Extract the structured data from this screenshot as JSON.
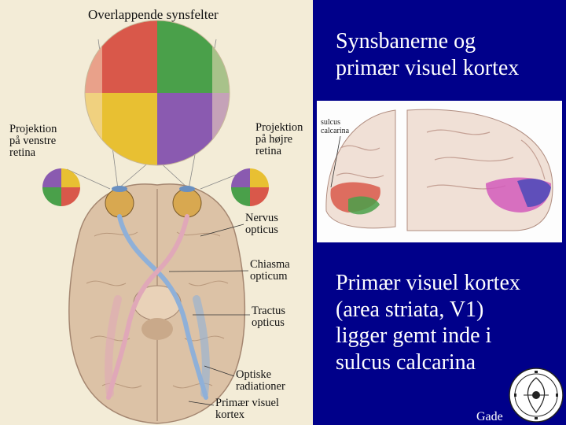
{
  "diagram": {
    "title": "Overlappende synsfelter",
    "projection_left": [
      "Projektion",
      "på venstre",
      "retina"
    ],
    "projection_right": [
      "Projektion",
      "på højre",
      "retina"
    ],
    "nervus": [
      "Nervus",
      "opticus"
    ],
    "chiasma": [
      "Chiasma",
      "opticum"
    ],
    "tractus": [
      "Tractus",
      "opticus"
    ],
    "optiske": [
      "Optiske",
      "radiationer"
    ],
    "primaer": [
      "Primær visuel",
      "kortex"
    ]
  },
  "slide": {
    "title_line1": "Synsbanerne og",
    "title_line2": "primær visuel kortex",
    "sulcus_label_1": "sulcus",
    "sulcus_label_2": "calcarina",
    "body_lines": [
      "Primær visuel kortex",
      "(area striata, V1)",
      "ligger  gemt inde i",
      "sulcus calcarina"
    ],
    "footer": "Gade"
  },
  "colors": {
    "background": "#00008a",
    "text": "#ffffff",
    "visual_field_red": "#d9584a",
    "visual_field_green": "#4aa04a",
    "visual_field_yellow": "#e8c032",
    "visual_field_purple": "#8a5ab0"
  }
}
